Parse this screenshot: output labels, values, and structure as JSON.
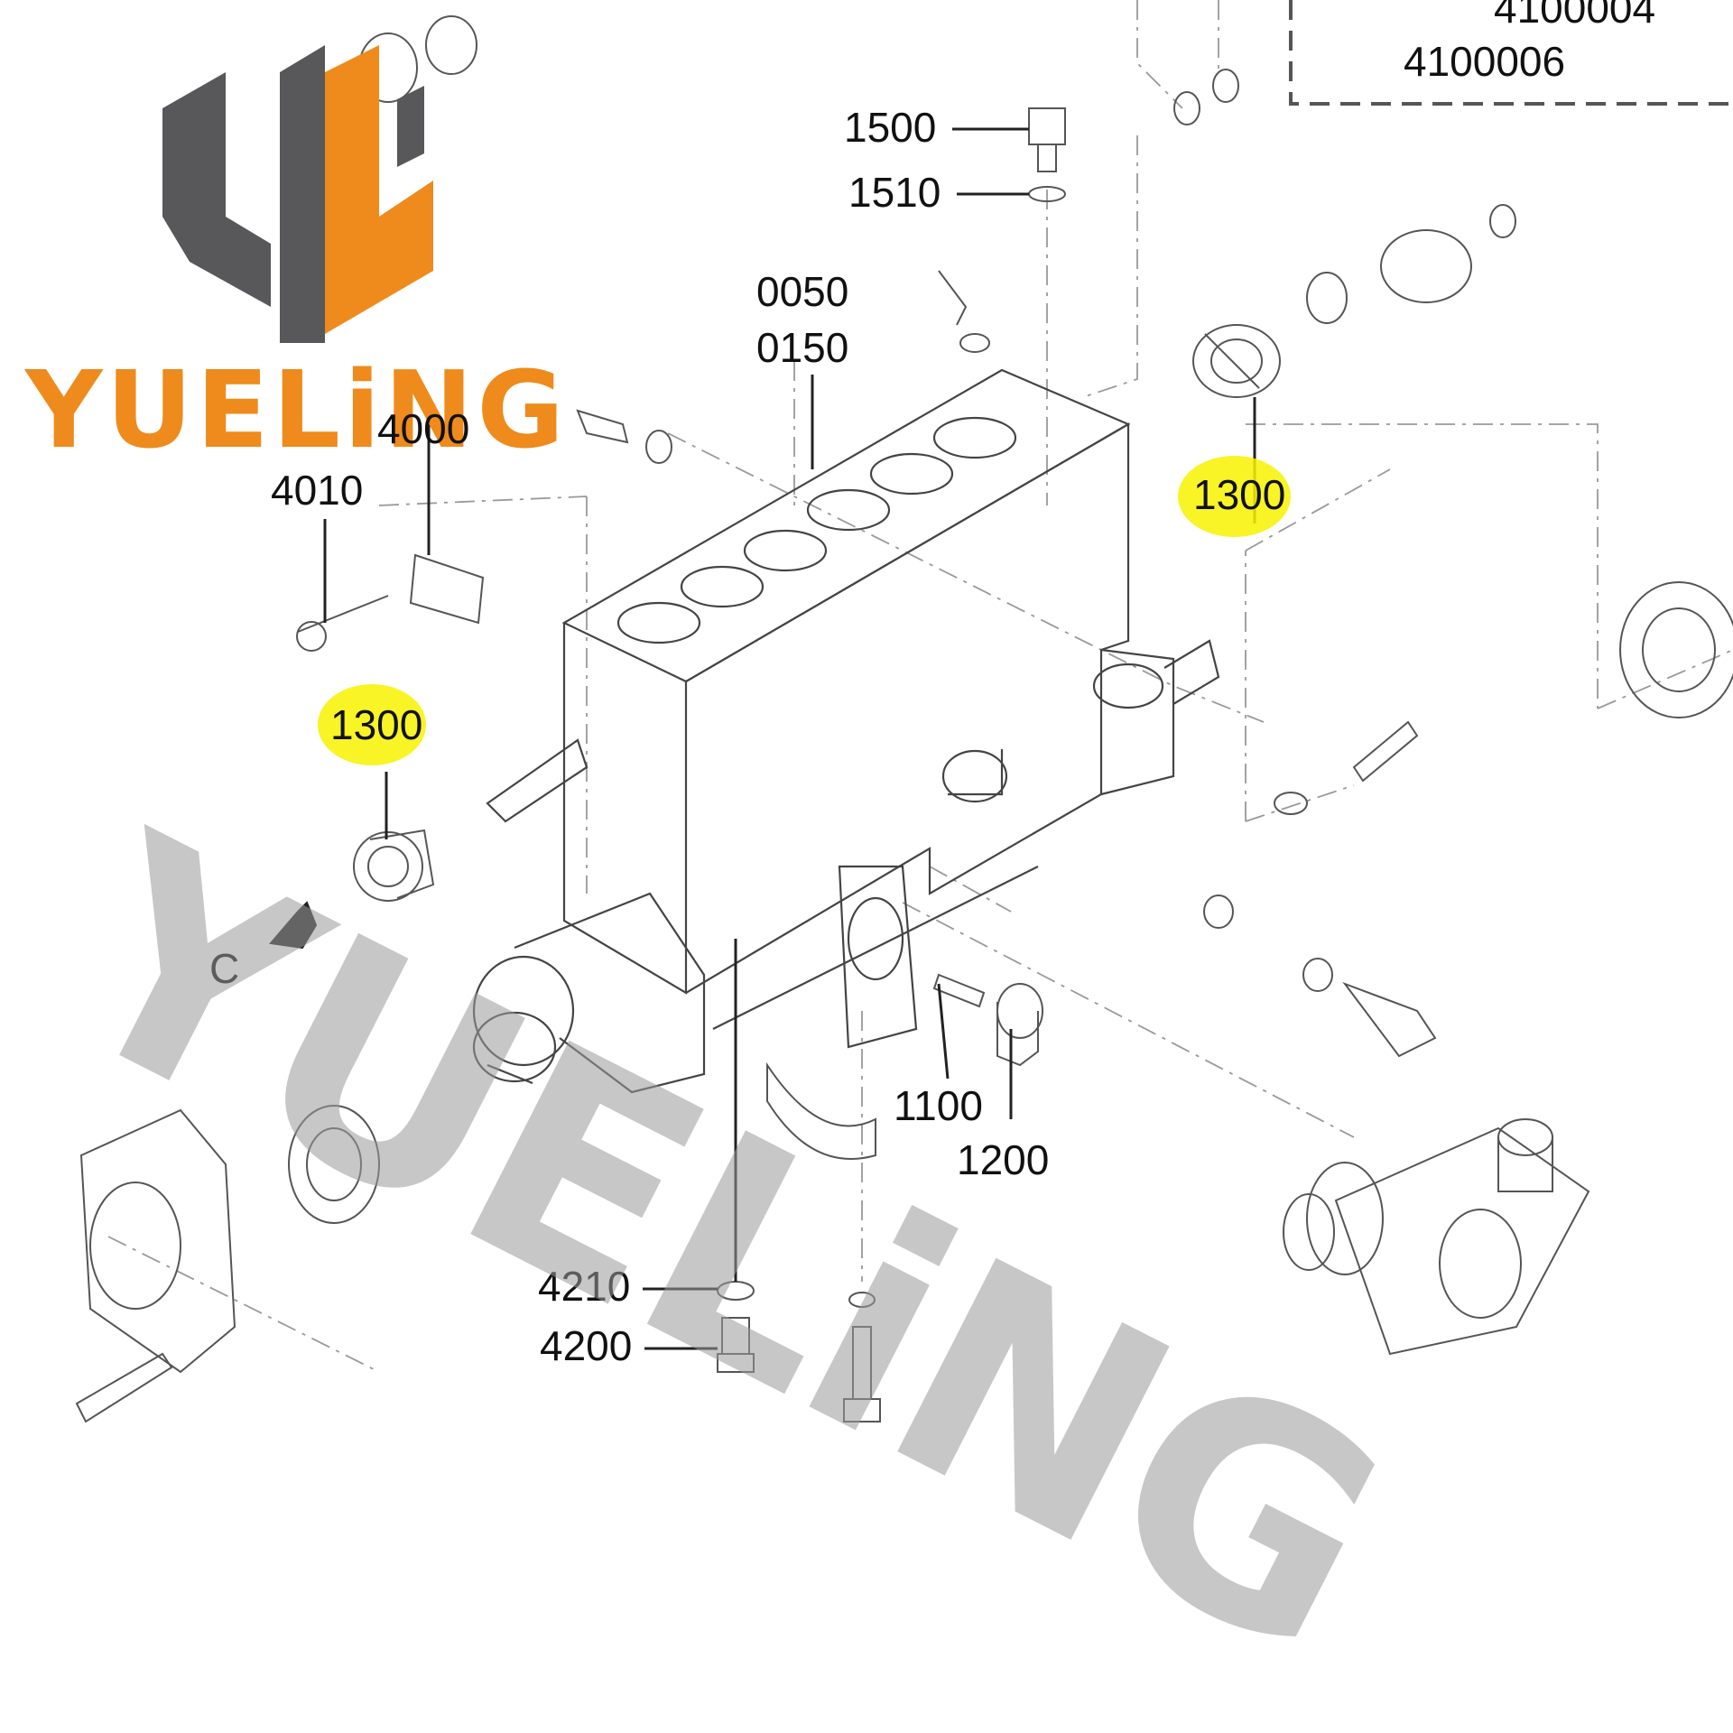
{
  "logo": {
    "brand_text": "YUELiNG",
    "colors": {
      "orange": "#ee8b1c",
      "gray": "#58585a"
    }
  },
  "watermark": {
    "text": "YUELiNG",
    "color": "#9a9a9a"
  },
  "highlight_color": "#f7f200",
  "callouts": {
    "c4100004": "4100004",
    "c4100006": "4100006",
    "c1500": "1500",
    "c1510": "1510",
    "c0050": "0050",
    "c0150": "0150",
    "c4000": "4000",
    "c4010": "4010",
    "c1300_right": "1300",
    "c1300_left": "1300",
    "view_c": "C",
    "c1100": "1100",
    "c1200": "1200",
    "c4210": "4210",
    "c4200": "4200"
  }
}
